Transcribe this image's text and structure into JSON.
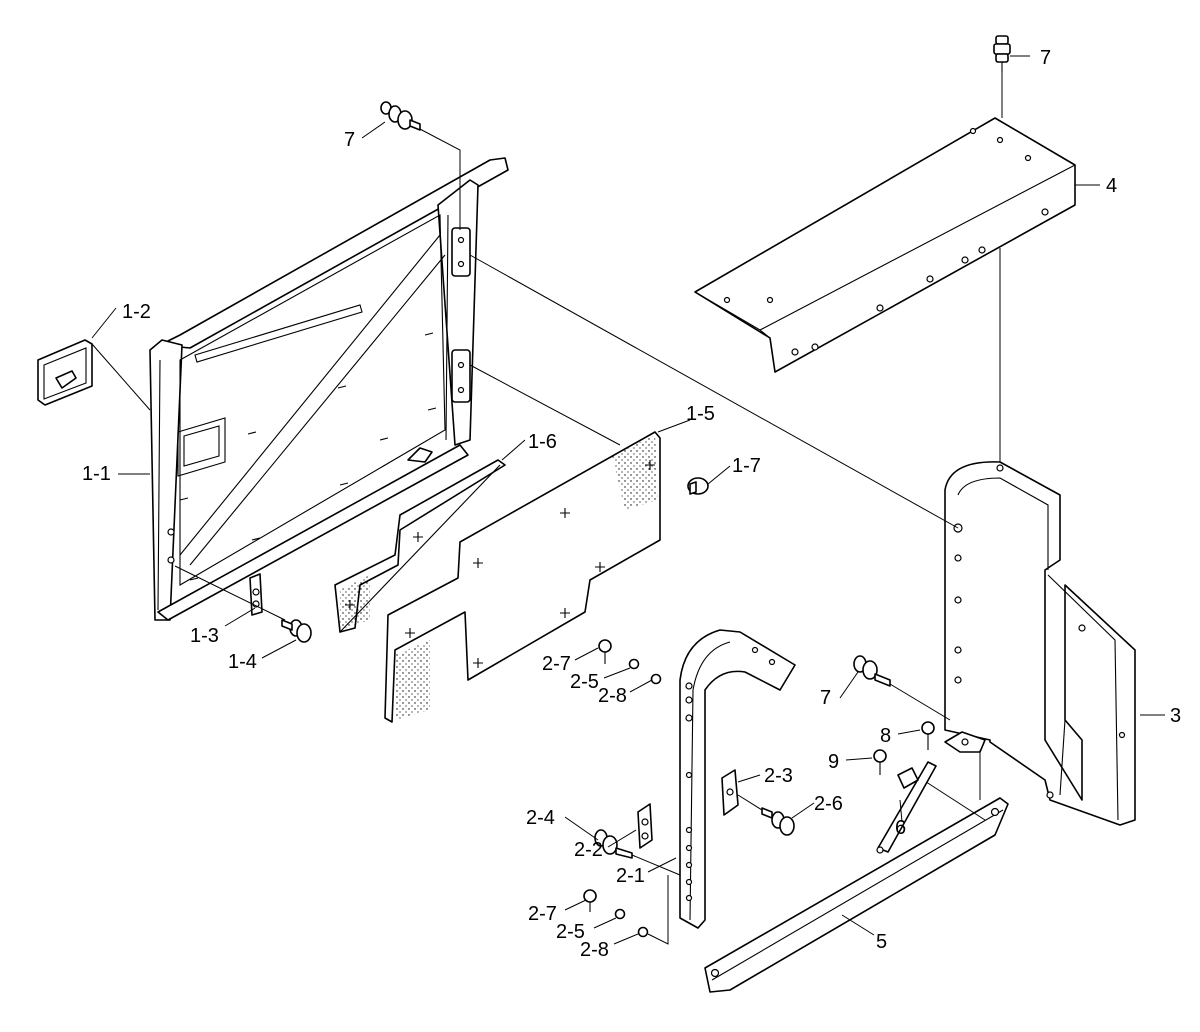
{
  "diagram": {
    "labels": {
      "l7a": "7",
      "l7b": "7",
      "l7c": "7",
      "l4": "4",
      "l3": "3",
      "l5": "5",
      "l6": "6",
      "l8": "8",
      "l9": "9",
      "l1_1": "1-1",
      "l1_2": "1-2",
      "l1_3": "1-3",
      "l1_4": "1-4",
      "l1_5": "1-5",
      "l1_6": "1-6",
      "l1_7": "1-7",
      "l2_1": "2-1",
      "l2_2": "2-2",
      "l2_3": "2-3",
      "l2_4": "2-4",
      "l2_5a": "2-5",
      "l2_5b": "2-5",
      "l2_6": "2-6",
      "l2_7a": "2-7",
      "l2_7b": "2-7",
      "l2_8a": "2-8",
      "l2_8b": "2-8"
    }
  }
}
